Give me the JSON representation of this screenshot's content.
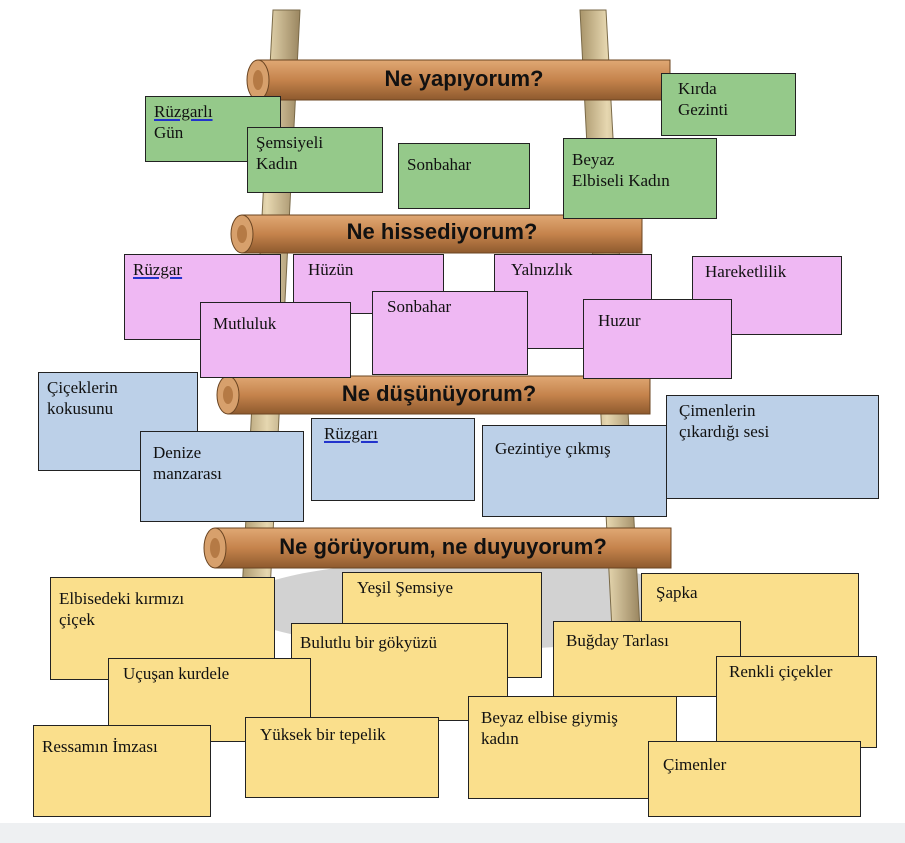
{
  "headings": {
    "do": "Ne yapıyorum?",
    "feel": "Ne hissediyorum?",
    "think": "Ne düşünüyorum?",
    "see": "Ne görüyorum, ne duyuyorum?"
  },
  "do_cards": [
    {
      "line1": "Rüzgarlı",
      "line2": "Gün"
    },
    {
      "line1": "Şemsiyeli",
      "line2": "Kadın"
    },
    {
      "line1": "Sonbahar"
    },
    {
      "line1": "Kırda",
      "line2": "Gezinti"
    },
    {
      "line1": "Beyaz",
      "line2": "Elbiseli Kadın"
    }
  ],
  "feel_cards": [
    "Rüzgar",
    "Hüzün",
    "Yalnızlık",
    "Hareketlilik",
    "Mutluluk",
    "Sonbahar",
    "Huzur"
  ],
  "think_cards": [
    {
      "line1": "Çiçeklerin",
      "line2": "kokusunu"
    },
    {
      "line1": "Denize",
      "line2": "manzarası"
    },
    {
      "line1": "Rüzgarı"
    },
    {
      "line1": "Gezintiye çıkmış"
    },
    {
      "line1": "Çimenlerin",
      "line2": "çıkardığı sesi"
    }
  ],
  "see_cards": [
    {
      "line1": "Elbisedeki kırmızı",
      "line2": "çiçek"
    },
    {
      "line1": "Yeşil Şemsiye"
    },
    {
      "line1": "Şapka"
    },
    {
      "line1": "Bulutlu bir gökyüzü"
    },
    {
      "line1": "Buğday Tarlası"
    },
    {
      "line1": "Uçuşan kurdele"
    },
    {
      "line1": "Renkli çiçekler"
    },
    {
      "line1": "Beyaz elbise giymiş",
      "line2": "kadın"
    },
    {
      "line1": "Ressamın İmzası"
    },
    {
      "line1": "Yüksek bir tepelik"
    },
    {
      "line1": "Çimenler"
    }
  ],
  "colors": {
    "green": "#95c98a",
    "pink": "#efb8f3",
    "blue": "#bcd0e8",
    "yellow": "#fadf8c",
    "wood": "#c98b55"
  }
}
